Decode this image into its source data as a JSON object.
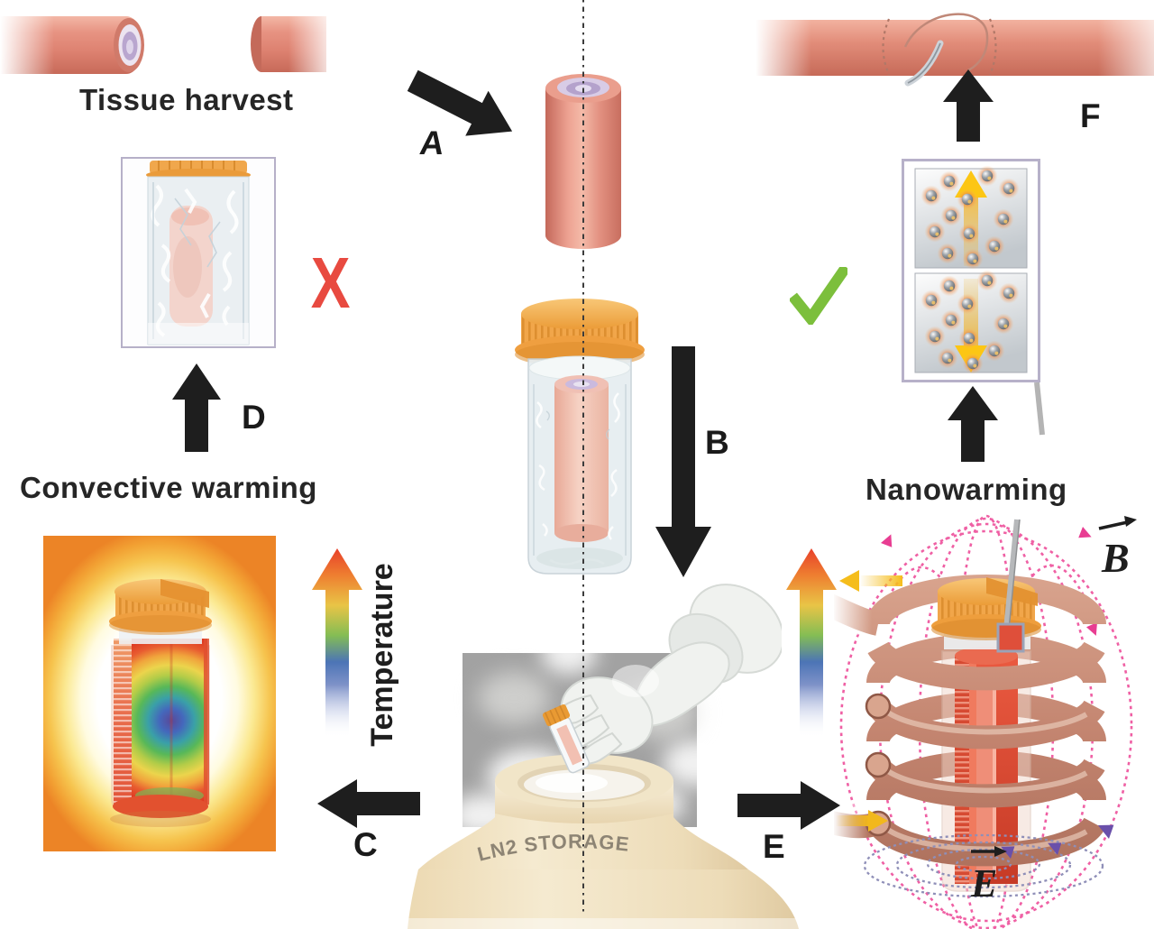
{
  "labels": {
    "tissue_harvest": "Tissue harvest",
    "convective_warming": "Convective warming",
    "nanowarming": "Nanowarming",
    "temperature": "Temperature",
    "ln2_storage": "LN2 STORAGE"
  },
  "steps": {
    "a": "A",
    "b": "B",
    "c": "C",
    "d": "D",
    "e": "E",
    "f": "F"
  },
  "marks": {
    "fail": "X",
    "success": "✓"
  },
  "fields": {
    "magnetic": "B",
    "electric": "E"
  },
  "colors": {
    "vessel_pink": "#e4907e",
    "cap_orange": "#f0a548",
    "arrow_black": "#1e1e1e",
    "fail_red": "#e84a40",
    "success_green": "#7cbf3c",
    "field_magenta": "#ee4f9b",
    "field_purple": "#8f8fb8",
    "coil_copper": "#c08a76",
    "dewar_cream": "#f1e4c6",
    "nanoparticle_orange": "#e8652c"
  }
}
